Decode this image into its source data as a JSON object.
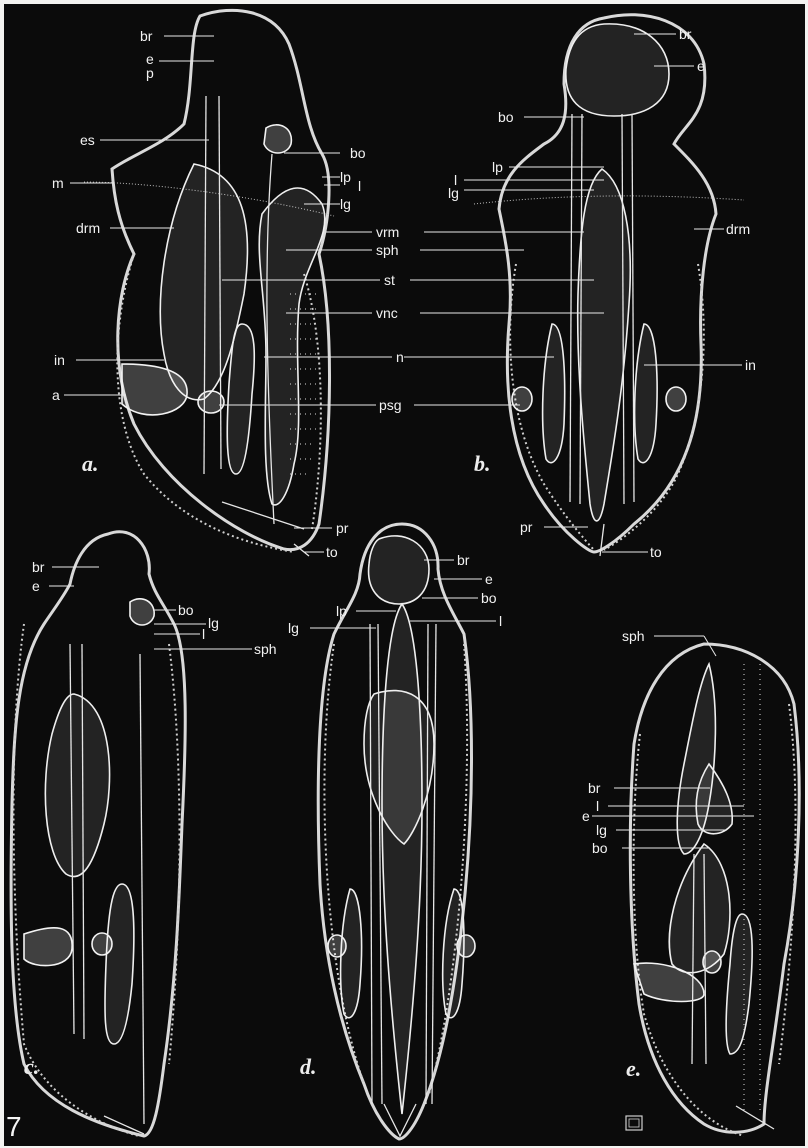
{
  "plate_number": "7",
  "captions": {
    "a": "a.",
    "b": "b.",
    "c": "c.",
    "d": "d.",
    "e": "e."
  },
  "labels": {
    "a": {
      "br": "br",
      "e": "e",
      "p": "p",
      "es": "es",
      "m": "m",
      "drm": "drm",
      "in": "in",
      "a": "a",
      "bo": "bo",
      "lp": "lp",
      "l": "l",
      "lg": "lg"
    },
    "center": {
      "vrm": "vrm",
      "sph": "sph",
      "st": "st",
      "vnc": "vnc",
      "n": "n",
      "psg": "psg",
      "pr": "pr",
      "to": "to"
    },
    "b": {
      "br": "br",
      "e": "e",
      "bo": "bo",
      "lp": "lp",
      "l": "l",
      "lg": "lg",
      "drm": "drm",
      "in": "in",
      "pr": "pr",
      "to": "to"
    },
    "c": {
      "br": "br",
      "e": "e",
      "bo": "bo",
      "lg": "lg",
      "l": "l",
      "sph": "sph"
    },
    "d": {
      "br": "br",
      "e": "e",
      "bo": "bo",
      "lp": "lp",
      "l": "l",
      "lg": "lg"
    },
    "e": {
      "sph": "sph",
      "br": "br",
      "l": "l",
      "e": "e",
      "lg": "lg",
      "bo": "bo"
    }
  },
  "icons": {
    "printer_mark": "printer-mark-icon"
  }
}
